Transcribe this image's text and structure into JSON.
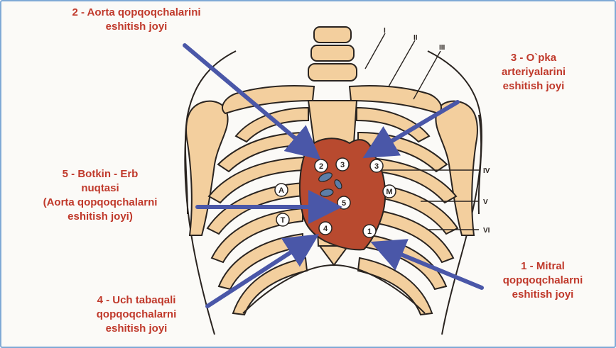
{
  "labels": {
    "aorta": {
      "line1": "2 - Aorta qopqoqchalarini",
      "line2": "eshitish joyi"
    },
    "pulmonary": {
      "line1": "3 -  O`pka",
      "line2": "arteriyalarini",
      "line3": "eshitish joyi"
    },
    "botkin": {
      "line1": "5 - Botkin - Erb",
      "line2": "nuqtasi",
      "line3": "(Aorta qopqoqchalarni",
      "line4": "eshitish joyi)"
    },
    "tricuspid": {
      "line1": "4 - Uch tabaqali",
      "line2": "qopqoqchalarni",
      "line3": "eshitish joyi"
    },
    "mitral": {
      "line1": "1 -  Mitral",
      "line2": "qopqoqchalarni",
      "line3": "eshitish joyi"
    }
  },
  "rib_markers": [
    "I",
    "II",
    "III",
    "IV",
    "V",
    "VI"
  ],
  "circle_markers": [
    "2",
    "3",
    "3",
    "A",
    "M",
    "5",
    "T",
    "4",
    "1"
  ],
  "colors": {
    "bone_fill": "#f3cf9e",
    "outline": "#2a2420",
    "heart": "#b84a2f",
    "arrow": "#4a57a8",
    "label_text": "#c0392b",
    "frame": "#7fa9d6"
  }
}
